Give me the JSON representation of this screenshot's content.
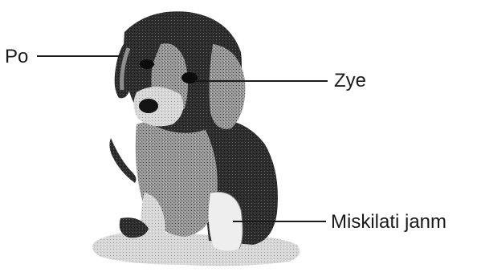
{
  "labels": {
    "ear": "Po",
    "eye": "Zye",
    "leg": "Miskilati janm"
  },
  "subject_icon": "puppy-illustration",
  "colors": {
    "ink": "#1a1a1a",
    "dark_fur": "#2b2b2b",
    "mid_fur": "#6e6e6e",
    "light_fur": "#bdbdbd",
    "pale": "#e6e6e6"
  }
}
